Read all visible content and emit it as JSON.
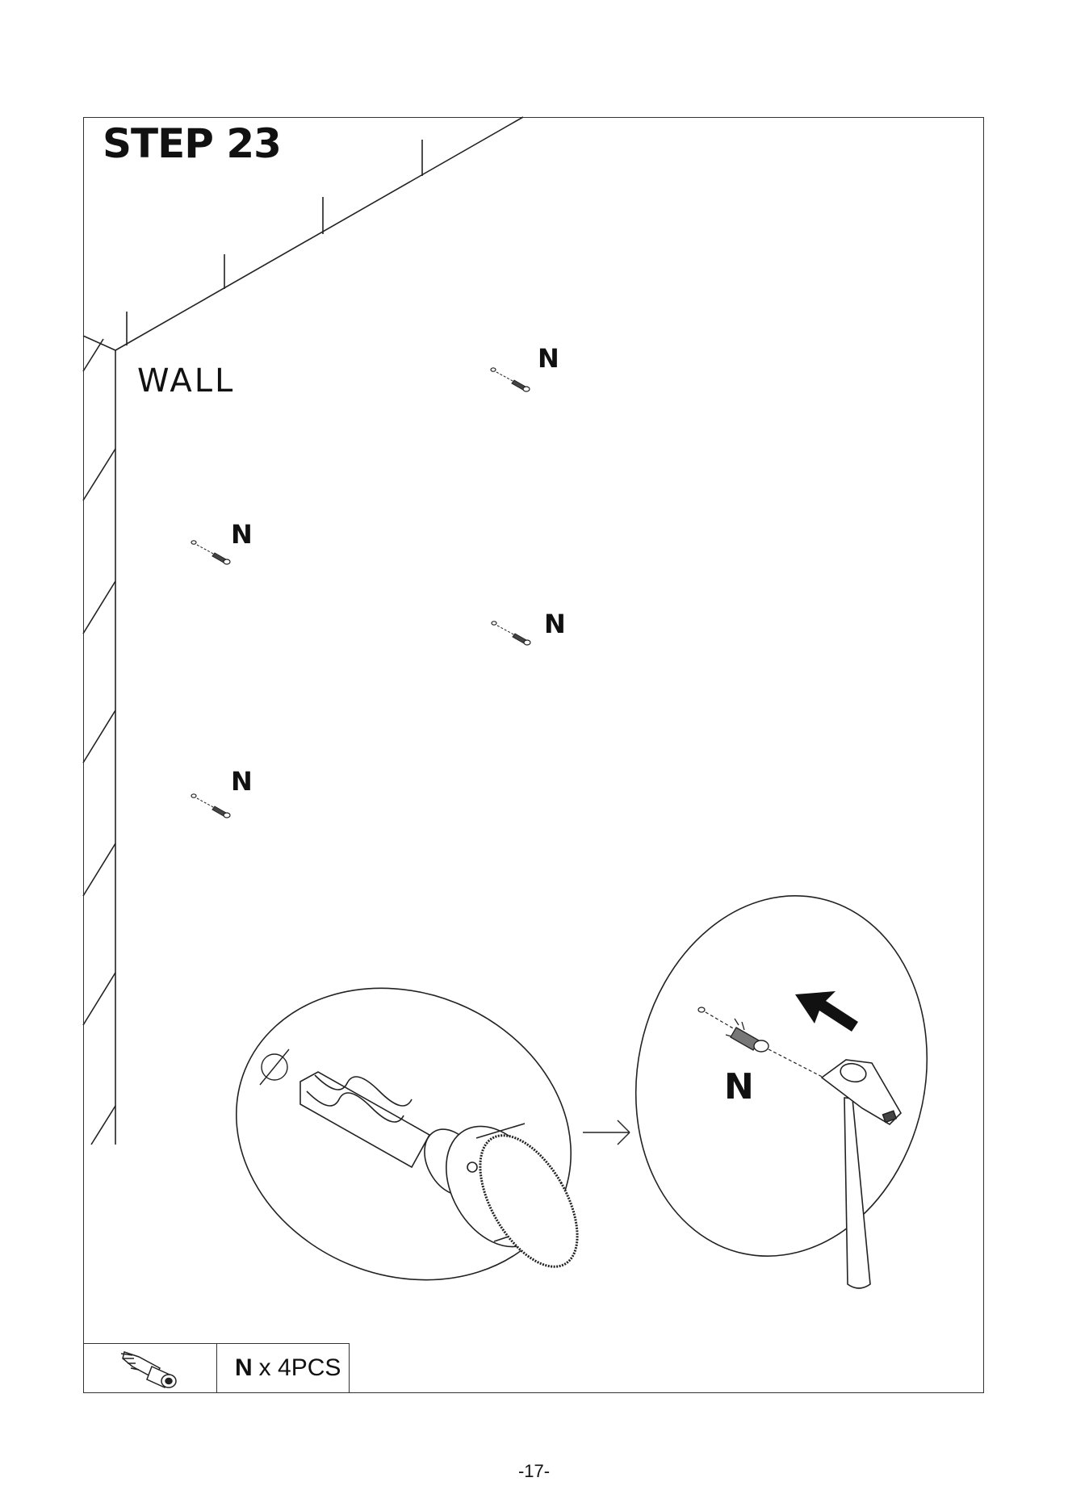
{
  "step": {
    "title": "STEP 23"
  },
  "wall": {
    "label": "WALL"
  },
  "anchor_points": [
    {
      "label": "N"
    },
    {
      "label": "N"
    },
    {
      "label": "N"
    },
    {
      "label": "N"
    }
  ],
  "detail": {
    "hammer_part_label": "N"
  },
  "parts": {
    "letter": "N",
    "quantity": "x 4PCS"
  },
  "footer": {
    "page_number": "-17-"
  },
  "colors": {
    "line": "#222222",
    "background": "#ffffff"
  },
  "icons": [
    "wall-anchor-icon",
    "drill-bit-icon",
    "hammer-icon",
    "arrow-right-icon",
    "push-arrow-icon"
  ]
}
